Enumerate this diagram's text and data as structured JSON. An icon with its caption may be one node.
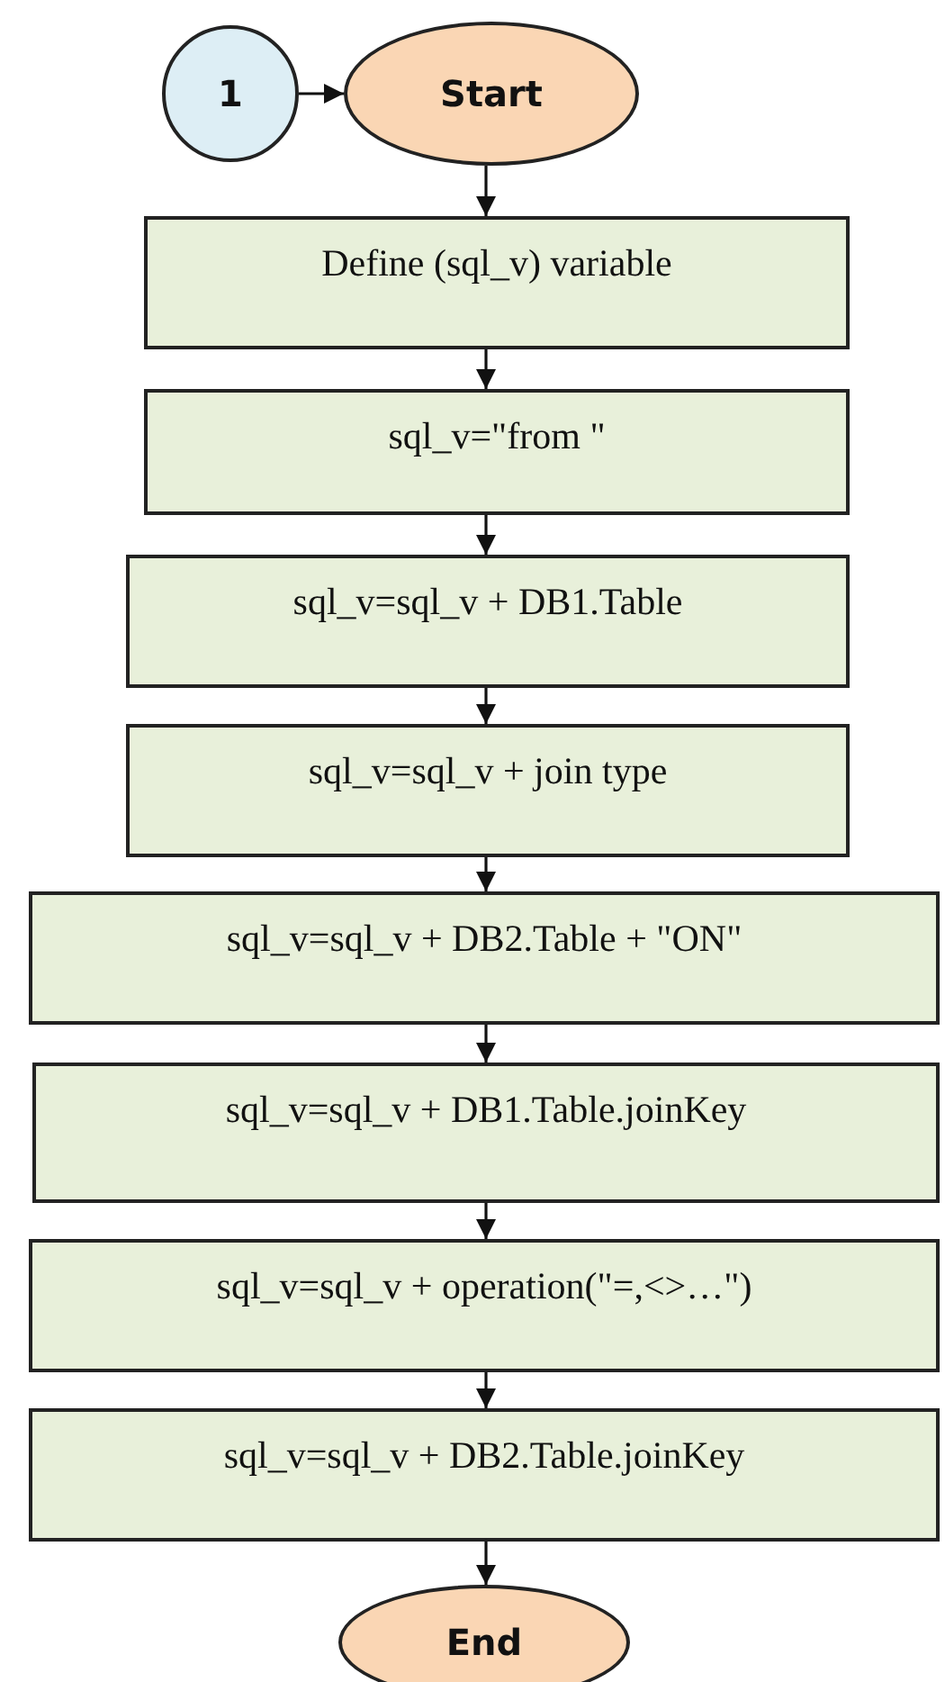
{
  "diagram": {
    "nodes": [
      {
        "text": [
          "1"
        ]
      },
      {
        "text": [
          "Start"
        ]
      },
      {
        "text": [
          "Define (sql_v) variable"
        ]
      },
      {
        "text": [
          "sql_v=\"from \""
        ]
      },
      {
        "text": [
          "sql_v=sql_v + DB1.Table"
        ]
      },
      {
        "text": [
          "sql_v=sql_v + join type"
        ]
      },
      {
        "text": [
          "sql_v=sql_v + DB2.Table + \"ON\""
        ]
      },
      {
        "text": [
          "sql_v=sql_v + DB1.Table.joinKey"
        ]
      },
      {
        "text": [
          "sql_v=sql_v + operation(\"=,<>…\")"
        ]
      },
      {
        "text": [
          "sql_v=sql_v + DB2.Table.joinKey"
        ]
      },
      {
        "text": [
          "End"
        ]
      }
    ],
    "edges": [
      {
        "from": 0,
        "to": 1,
        "arrow": "to"
      },
      {
        "from": 1,
        "to": 2,
        "arrow": "to"
      },
      {
        "from": 2,
        "to": 3,
        "arrow": "to"
      },
      {
        "from": 3,
        "to": 4,
        "arrow": "to"
      },
      {
        "from": 4,
        "to": 5,
        "arrow": "to"
      },
      {
        "from": 5,
        "to": 6,
        "arrow": "to"
      },
      {
        "from": 6,
        "to": 7,
        "arrow": "to"
      },
      {
        "from": 7,
        "to": 8,
        "arrow": "to"
      },
      {
        "from": 8,
        "to": 9,
        "arrow": "to"
      },
      {
        "from": 9,
        "to": 10,
        "arrow": "to"
      }
    ]
  }
}
